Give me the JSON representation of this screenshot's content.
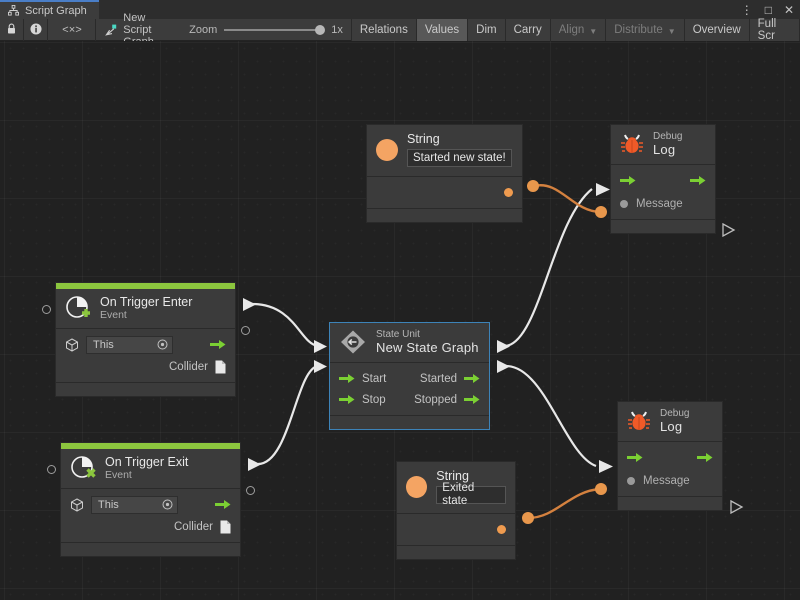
{
  "window": {
    "tab_label": "Script Graph",
    "tab_icon": "graph-icon",
    "buttons": [
      {
        "name": "more-options",
        "glyph": "⋮"
      },
      {
        "name": "maximize",
        "glyph": "□"
      },
      {
        "name": "close",
        "glyph": "✕"
      }
    ]
  },
  "toolbar": {
    "lock_icon": "lock-icon",
    "info_icon": "info-icon",
    "code_icon": "code-brackets-icon",
    "graph_icon": "script-graph-icon",
    "graph_name": "New Script Graph",
    "zoom_label": "Zoom",
    "zoom_value": "1x",
    "buttons": [
      {
        "label": "Relations",
        "state": "normal"
      },
      {
        "label": "Values",
        "state": "active"
      },
      {
        "label": "Dim",
        "state": "normal"
      },
      {
        "label": "Carry",
        "state": "normal"
      },
      {
        "label": "Align",
        "state": "disabled",
        "caret": true
      },
      {
        "label": "Distribute",
        "state": "disabled",
        "caret": true
      },
      {
        "label": "Overview",
        "state": "normal"
      },
      {
        "label": "Full Scr",
        "state": "normal"
      }
    ]
  },
  "nodes": {
    "string_top": {
      "title": "String",
      "value": "Started new state!",
      "icon": "string-orange-dot-icon"
    },
    "debug_top": {
      "title_small": "Debug",
      "title_large": "Log",
      "icon": "bug-icon",
      "input_port": "enter-flow",
      "output_port": "exit-flow",
      "value_port_label": "Message"
    },
    "trigger_enter": {
      "title": "On Trigger Enter",
      "subtitle": "Event",
      "icon": "event-plus-icon",
      "target_value": "This",
      "output_label": "Collider"
    },
    "state_unit": {
      "title_small": "State Unit",
      "title_large": "New  State  Graph",
      "icon": "state-unit-icon",
      "inputs": [
        "Start",
        "Stop"
      ],
      "outputs": [
        "Started",
        "Stopped"
      ],
      "selected": true
    },
    "trigger_exit": {
      "title": "On Trigger Exit",
      "subtitle": "Event",
      "icon": "event-cross-icon",
      "target_value": "This",
      "output_label": "Collider"
    },
    "string_bottom": {
      "title": "String",
      "value": "Exited state",
      "icon": "string-orange-dot-icon"
    },
    "debug_bottom": {
      "title_small": "Debug",
      "title_large": "Log",
      "icon": "bug-icon",
      "input_port": "enter-flow",
      "output_port": "exit-flow",
      "value_port_label": "Message"
    }
  },
  "colors": {
    "accent_green": "#8cc63e",
    "flow_arrow_green": "#7bd033",
    "value_orange": "#e08a48",
    "selection_blue": "#3d83b8",
    "canvas_bg": "#212121",
    "node_bg": "#3b3b3b",
    "chrome_bg": "#3c3c3c",
    "tab_highlight": "#4a7ec7"
  }
}
